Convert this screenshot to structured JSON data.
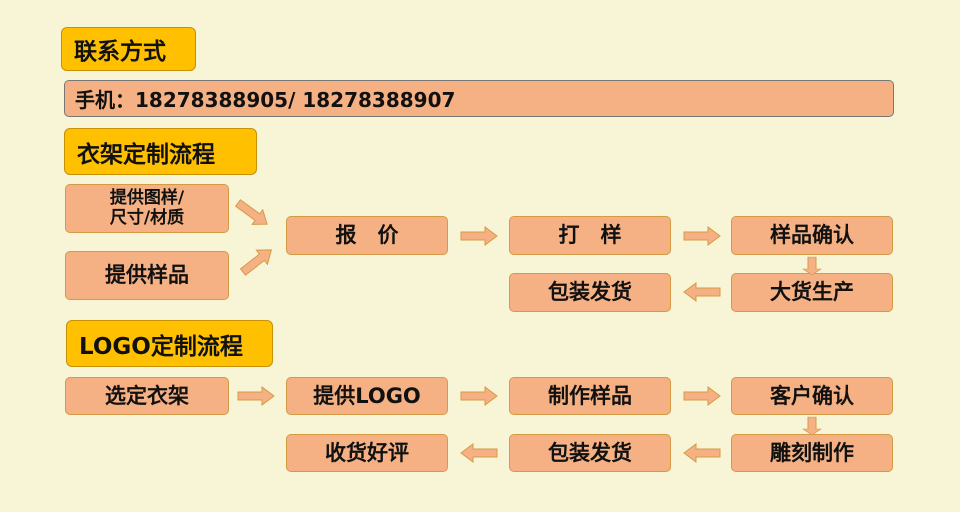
{
  "contact": {
    "heading": "联系方式",
    "phone": "手机：18278388905/ 18278388907"
  },
  "hanger_flow": {
    "heading": "衣架定制流程",
    "provide_drawing": "提供图样/\n尺寸/材质",
    "provide_sample": "提供样品",
    "quote": "报　价",
    "proof": "打　样",
    "sample_confirm": "样品确认",
    "mass_production": "大货生产",
    "pack_ship": "包装发货"
  },
  "logo_flow": {
    "heading": "LOGO定制流程",
    "select_hanger": "选定衣架",
    "provide_logo": "提供LOGO",
    "make_sample": "制作样品",
    "customer_confirm": "客户确认",
    "engrave": "雕刻制作",
    "pack_ship": "包装发货",
    "receive_review": "收货好评"
  },
  "colors": {
    "background": "#f7f5d6",
    "box_fill": "#f5b183",
    "heading_fill": "#ffc000",
    "arrow_fill": "#f5b183",
    "arrow_stroke": "#d59a46"
  }
}
